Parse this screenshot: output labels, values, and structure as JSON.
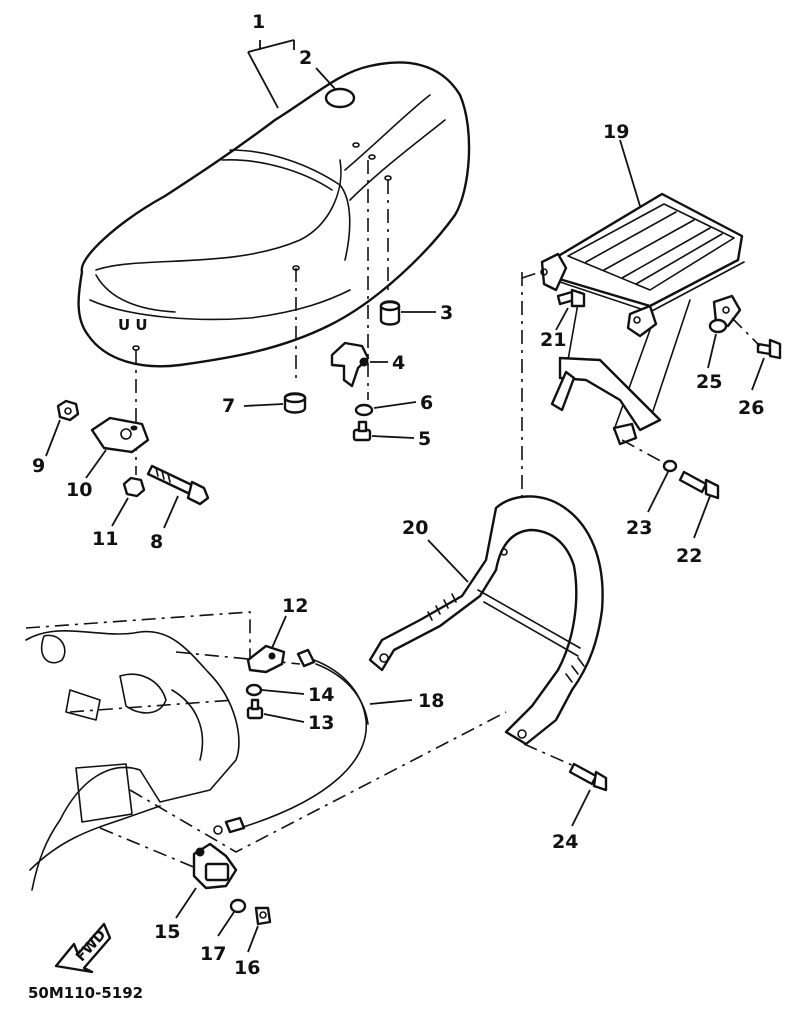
{
  "diagram": {
    "code": "50M110-5192",
    "fwd_label": "FWD",
    "seat_marking": "U U"
  },
  "callouts": {
    "c1": "1",
    "c2": "2",
    "c3": "3",
    "c4": "4",
    "c5": "5",
    "c6": "6",
    "c7": "7",
    "c8": "8",
    "c9": "9",
    "c10": "10",
    "c11": "11",
    "c12": "12",
    "c13": "13",
    "c14": "14",
    "c15": "15",
    "c16": "16",
    "c17": "17",
    "c18": "18",
    "c19": "19",
    "c20": "20",
    "c21": "21",
    "c22": "22",
    "c23": "23",
    "c24": "24",
    "c25": "25",
    "c26": "26"
  }
}
